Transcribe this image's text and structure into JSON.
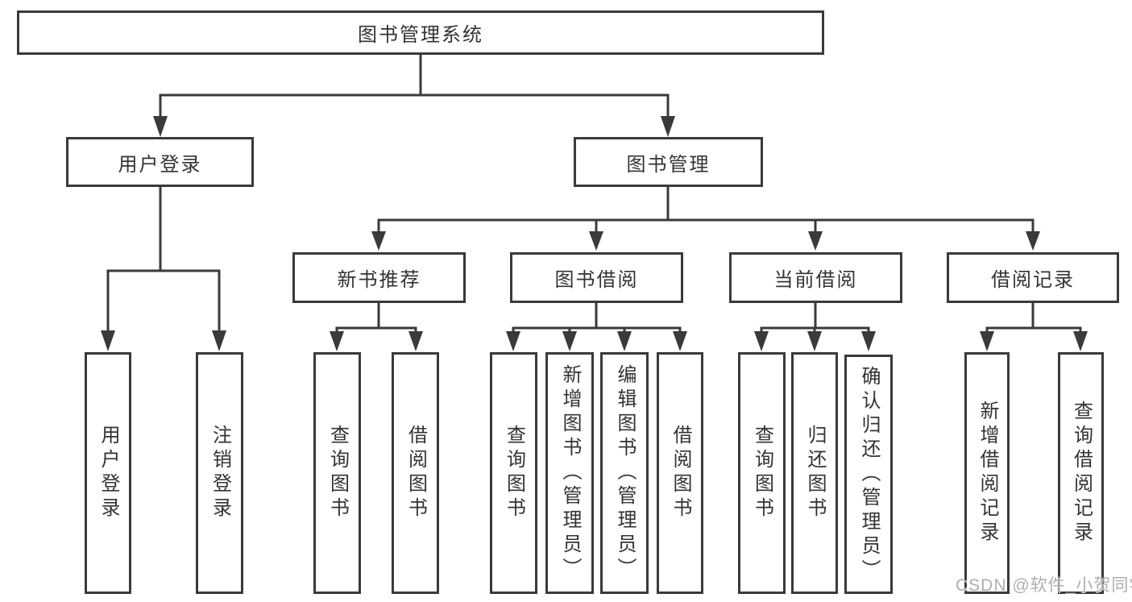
{
  "diagram": {
    "root": {
      "id": "book-management-system",
      "label": "图书管理系统"
    },
    "branches": [
      {
        "id": "user-login-branch",
        "label": "用户登录",
        "parent": "图书管理系统"
      },
      {
        "id": "book-management",
        "label": "图书管理",
        "parent": "图书管理系统"
      }
    ],
    "sections": [
      {
        "id": "new-book-recommendation",
        "label": "新书推荐",
        "parent": "图书管理"
      },
      {
        "id": "book-borrowing",
        "label": "图书借阅",
        "parent": "图书管理"
      },
      {
        "id": "current-borrowing",
        "label": "当前借阅",
        "parent": "图书管理"
      },
      {
        "id": "borrowing-records",
        "label": "借阅记录",
        "parent": "图书管理"
      }
    ],
    "leaves": [
      {
        "id": "user-login",
        "label": "用户登录",
        "parent": "用户登录"
      },
      {
        "id": "logout",
        "label": "注销登录",
        "parent": "用户登录"
      },
      {
        "id": "query-books-recommend",
        "label": "查询图书",
        "parent": "新书推荐"
      },
      {
        "id": "borrow-books-recommend",
        "label": "借阅图书",
        "parent": "新书推荐"
      },
      {
        "id": "query-books-borrowing",
        "label": "查询图书",
        "parent": "图书借阅"
      },
      {
        "id": "add-books-admin",
        "label": "新增图书（管理员）",
        "parent": "图书借阅"
      },
      {
        "id": "edit-books-admin",
        "label": "编辑图书（管理员）",
        "parent": "图书借阅"
      },
      {
        "id": "borrow-books-borrowing",
        "label": "借阅图书",
        "parent": "图书借阅"
      },
      {
        "id": "query-books-current",
        "label": "查询图书",
        "parent": "当前借阅"
      },
      {
        "id": "return-books",
        "label": "归还图书",
        "parent": "当前借阅"
      },
      {
        "id": "confirm-return-admin",
        "label": "确认归还（管理员）",
        "parent": "当前借阅"
      },
      {
        "id": "add-borrowing-record",
        "label": "新增借阅记录",
        "parent": "借阅记录"
      },
      {
        "id": "query-borrowing-record",
        "label": "查询借阅记录",
        "parent": "借阅记录"
      }
    ]
  },
  "watermark": {
    "text": "CSDN @软件_小贺同学"
  },
  "colors": {
    "line": "#3a3a3a",
    "text": "#333333",
    "box_background": "#ffffff",
    "watermark": "#aeaeae",
    "page_background": "#ffffff"
  }
}
